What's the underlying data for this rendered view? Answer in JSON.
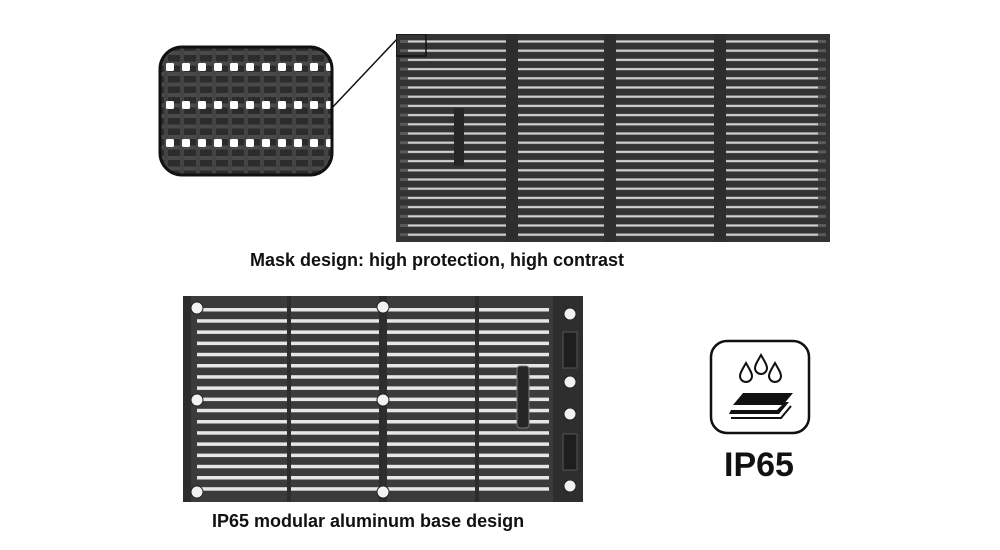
{
  "captions": {
    "mask": "Mask design: high protection, high contrast",
    "base": "IP65 modular aluminum base design"
  },
  "badge": {
    "label": "IP65",
    "icon": "waterproof-icon"
  },
  "colors": {
    "panel": "#3a3a3a",
    "panel_dark": "#2a2a2a",
    "slot": "#e8e8e8",
    "led": "#ffffff",
    "outline": "#111111"
  }
}
